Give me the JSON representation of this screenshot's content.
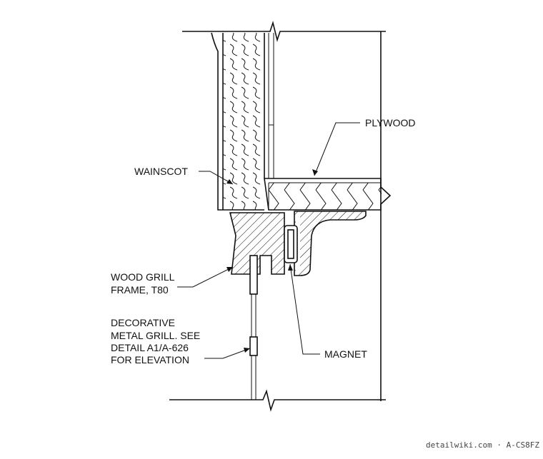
{
  "labels": {
    "plywood": "PLYWOOD",
    "wainscot": "WAINSCOT",
    "wood_grill_line1": "WOOD GRILL",
    "wood_grill_line2": "FRAME, T80",
    "decorative_line1": "DECORATIVE",
    "decorative_line2": "METAL GRILL. SEE",
    "decorative_line3": "DETAIL A1/A-626",
    "decorative_line4": "FOR ELEVATION",
    "magnet": "MAGNET"
  },
  "watermark": "detailwiki.com · A-CS8FZ",
  "colors": {
    "line": "#111111",
    "background": "#ffffff"
  }
}
